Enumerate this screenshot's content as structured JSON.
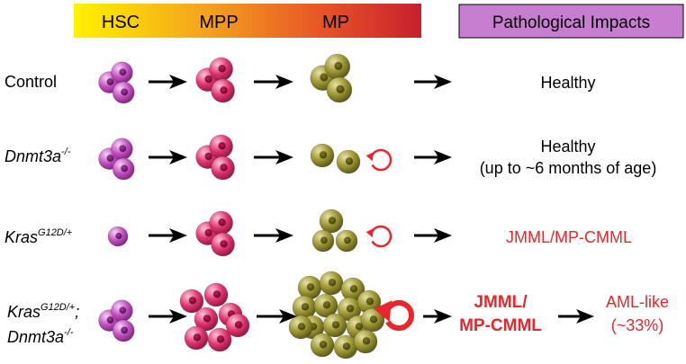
{
  "header": {
    "stages": [
      "HSC",
      "MPP",
      "MP"
    ],
    "impacts_label": "Pathological Impacts"
  },
  "rows": [
    {
      "label_main": "Control",
      "label_sup": "",
      "label_main2": "",
      "label_sup2": "",
      "label_suffix": "",
      "outcome_lines": [
        "Healthy"
      ],
      "outcome_color": "#000000"
    },
    {
      "label_main": "Dnmt3a",
      "label_sup": "-/-",
      "label_main2": "",
      "label_sup2": "",
      "label_suffix": "",
      "outcome_lines": [
        "Healthy",
        "(up to ~6 months of age)"
      ],
      "outcome_color": "#000000"
    },
    {
      "label_main": "Kras",
      "label_sup": "G12D/+",
      "label_main2": "",
      "label_sup2": "",
      "label_suffix": "",
      "outcome_lines": [
        "JMML/MP-CMML"
      ],
      "outcome_color": "#e8262b"
    },
    {
      "label_main": "Kras",
      "label_sup": "G12D/+",
      "label_suffix": ";",
      "label_main2": "Dnmt3a",
      "label_sup2": "-/-",
      "outcome_lines": [
        "JMML/",
        "MP-CMML"
      ],
      "outcome_color": "#e8262b",
      "outcome2_lines": [
        "AML-like",
        "(~33%)"
      ]
    }
  ],
  "colors": {
    "hsc": "#c24fc0",
    "mpp": "#e0336f",
    "mp": "#9a9430",
    "impacts_bg": "#c77ed0",
    "accent_red": "#e8262b",
    "gradient": [
      "#fff200",
      "#f4a21e",
      "#e85726",
      "#c8202d"
    ]
  }
}
